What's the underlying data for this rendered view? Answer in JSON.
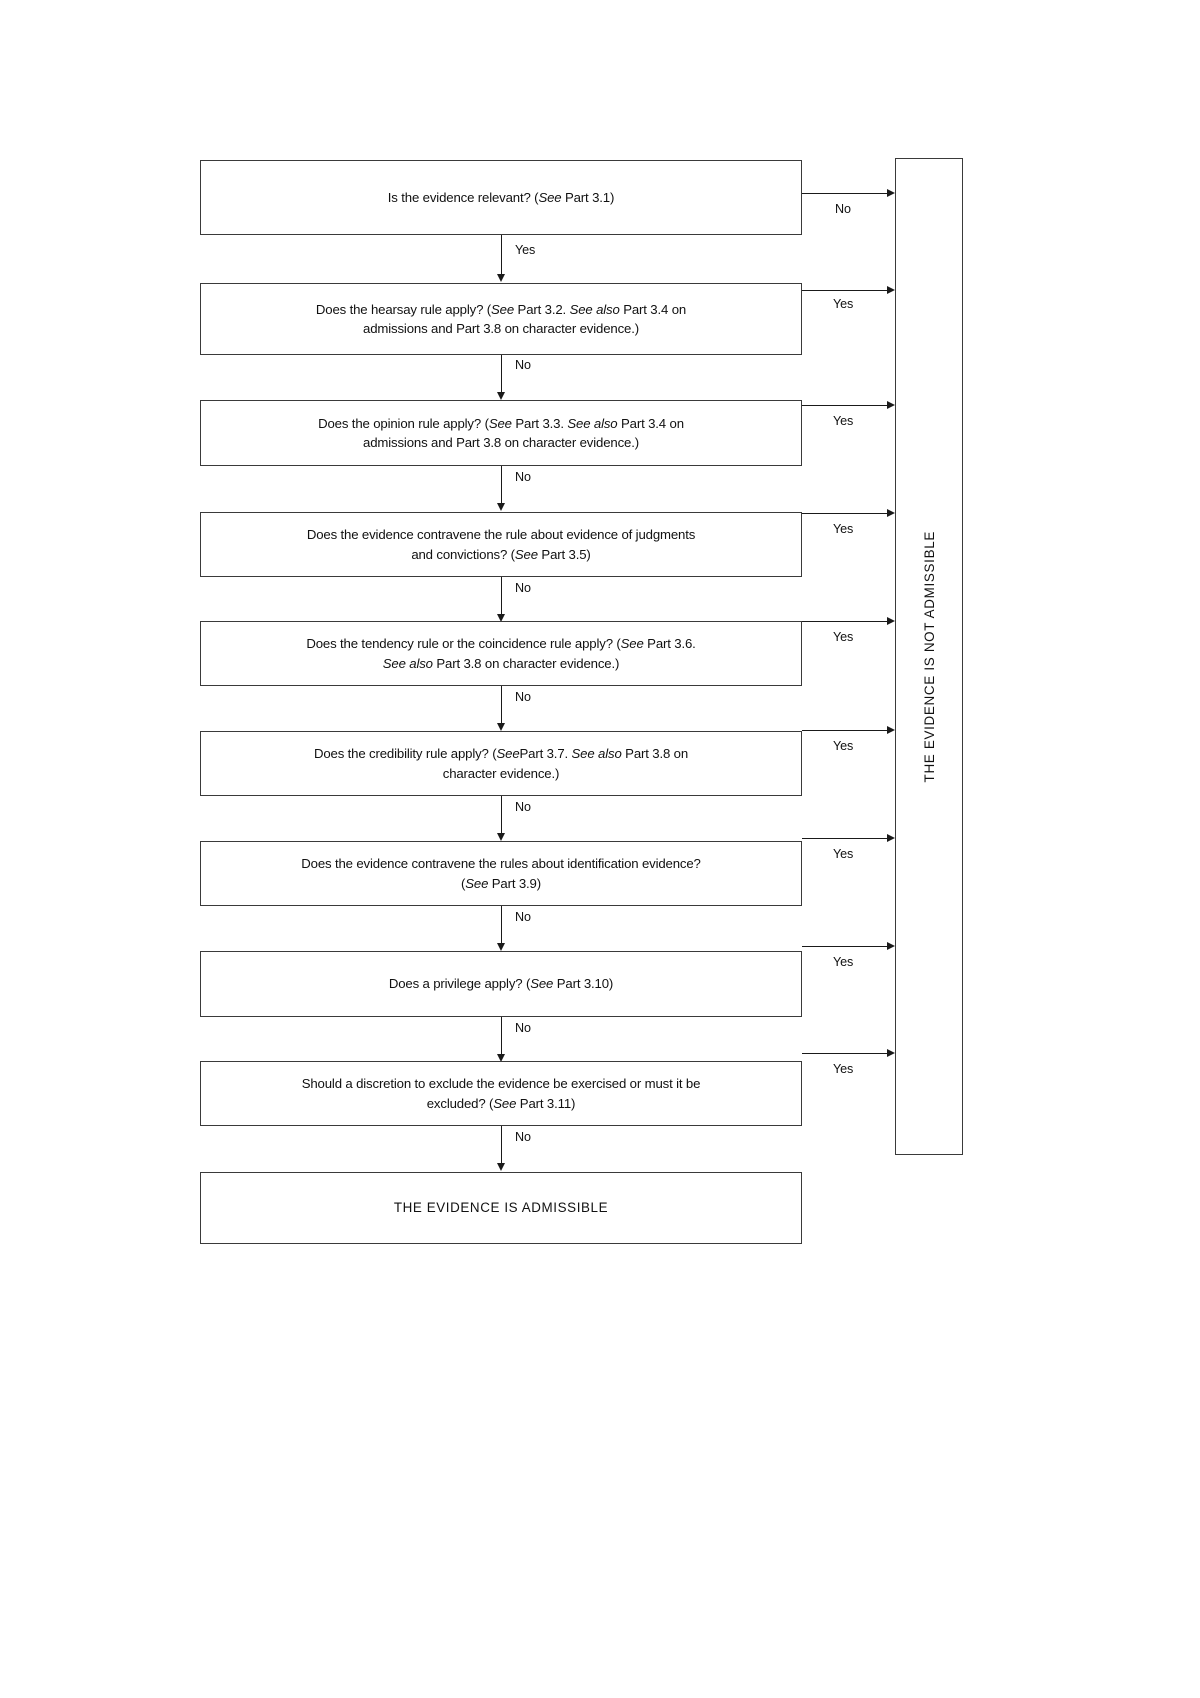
{
  "diagram": {
    "title": "Evidence Admissibility Decision Flowchart",
    "line_color": "#1a1a1a",
    "box_border_color": "#3a3a3a",
    "background": "#ffffff"
  },
  "nodes": [
    {
      "id": "relevance",
      "line1_pre": "Is the evidence relevant? (",
      "line1_ital": "See",
      "line1_post": " Part 3.1)",
      "line2_pre": "",
      "line2_ital": "",
      "line2_post": "",
      "full_text": "Is the evidence relevant? (See Part 3.1)"
    },
    {
      "id": "hearsay",
      "line1_pre": "Does the hearsay rule apply? (",
      "line1_ital": "See",
      "line1_mid": " Part 3.2. ",
      "line1_ital2": "See also",
      "line1_post": " Part 3.4 on",
      "line2_post": "admissions and Part 3.8 on character evidence.)",
      "full_text": "Does the hearsay rule apply? (See Part 3.2. See also Part 3.4 on admissions and Part 3.8 on character evidence.)"
    },
    {
      "id": "opinion",
      "line1_pre": "Does the opinion rule apply? (",
      "line1_ital": "See",
      "line1_mid": " Part 3.3. ",
      "line1_ital2": "See also",
      "line1_post": " Part 3.4 on",
      "line2_post": "admissions and Part 3.8 on character evidence.)",
      "full_text": "Does the opinion rule apply? (See Part 3.3. See also Part 3.4 on admissions and Part 3.8 on character evidence.)"
    },
    {
      "id": "judgments",
      "line1_pre": "Does the evidence contravene the rule about evidence of judgments",
      "line2_pre": "and convictions? (",
      "line2_ital": "See",
      "line2_post": " Part 3.5)",
      "full_text": "Does the evidence contravene the rule about evidence of judgments and convictions? (See Part 3.5)"
    },
    {
      "id": "tendency",
      "line1_pre": "Does the tendency rule or the coincidence rule apply? (",
      "line1_ital": "See",
      "line1_post": " Part 3.6.",
      "line2_ital": "See also",
      "line2_post": " Part 3.8 on character evidence.)",
      "full_text": "Does the tendency rule or the coincidence rule apply? (See Part 3.6. See also Part 3.8 on character evidence.)"
    },
    {
      "id": "credibility",
      "line1_pre": "Does the credibility rule apply? (",
      "line1_ital": "See",
      "line1_mid": "Part 3.7. ",
      "line1_ital2": "See also",
      "line1_post": " Part 3.8 on",
      "line2_post": "character evidence.)",
      "full_text": "Does the credibility rule apply? (See Part 3.7. See also Part 3.8 on character evidence.)"
    },
    {
      "id": "identification",
      "line1_pre": "Does the evidence contravene the rules about identification evidence?",
      "line2_pre": "(",
      "line2_ital": "See",
      "line2_post": " Part 3.9)",
      "full_text": "Does the evidence contravene the rules about identification evidence? (See Part 3.9)"
    },
    {
      "id": "privilege",
      "line1_pre": "Does a privilege apply? (",
      "line1_ital": "See",
      "line1_post": " Part 3.10)",
      "full_text": "Does a privilege apply? (See Part 3.10)"
    },
    {
      "id": "discretion",
      "line1_pre": "Should a discretion to exclude the evidence be exercised or must it be",
      "line2_pre": "excluded? (",
      "line2_ital": "See",
      "line2_post": " Part 3.11)",
      "full_text": "Should a discretion to exclude the evidence be exercised or must it be excluded? (See Part 3.11)"
    }
  ],
  "terminal": {
    "admissible": "THE EVIDENCE IS ADMISSIBLE",
    "not_admissible": "THE EVIDENCE IS NOT ADMISSIBLE"
  },
  "edge_labels": {
    "down_1": "Yes",
    "down_2": "No",
    "down_3": "No",
    "down_4": "No",
    "down_5": "No",
    "down_6": "No",
    "down_7": "No",
    "down_8": "No",
    "down_9": "No",
    "right_1": "No",
    "right_2": "Yes",
    "right_3": "Yes",
    "right_4": "Yes",
    "right_5": "Yes",
    "right_6": "Yes",
    "right_7": "Yes",
    "right_8": "Yes",
    "right_9": "Yes"
  }
}
